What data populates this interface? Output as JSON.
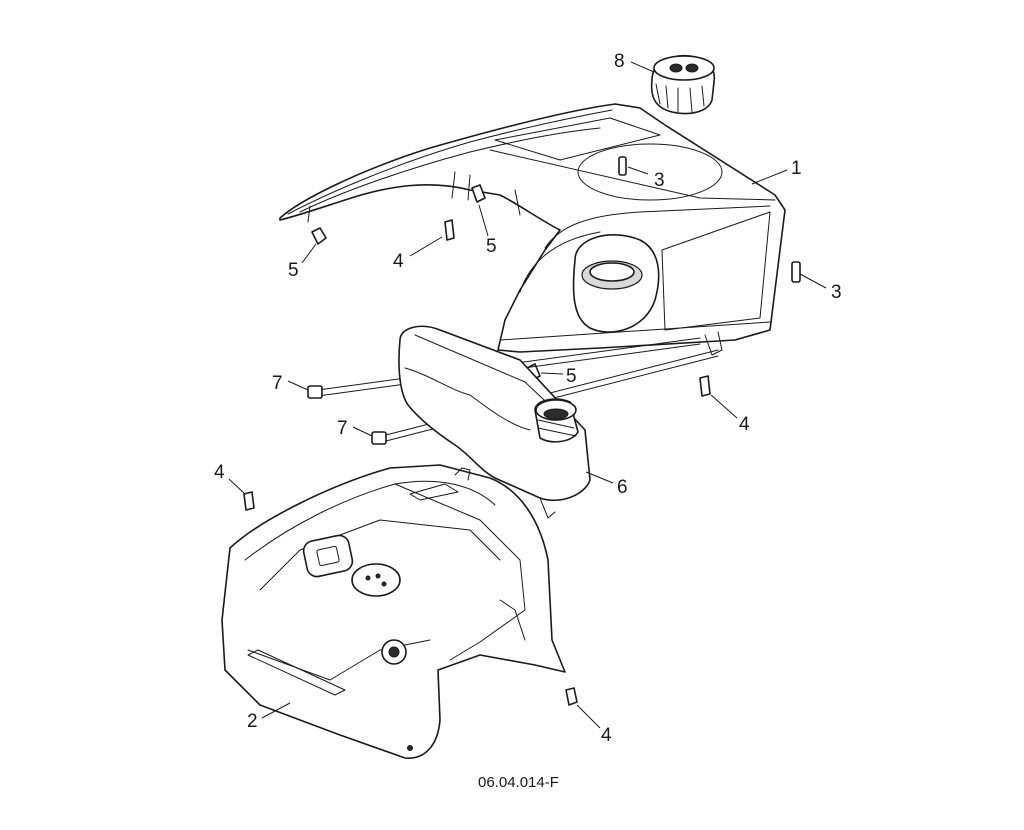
{
  "figure_reference": "06.04.014-F",
  "callouts": [
    {
      "id": "c8",
      "label": "8"
    },
    {
      "id": "c3a",
      "label": "3"
    },
    {
      "id": "c1",
      "label": "1"
    },
    {
      "id": "c5a",
      "label": "5"
    },
    {
      "id": "c4a",
      "label": "4"
    },
    {
      "id": "c5b",
      "label": "5"
    },
    {
      "id": "c3b",
      "label": "3"
    },
    {
      "id": "c7a",
      "label": "7"
    },
    {
      "id": "c5c",
      "label": "5"
    },
    {
      "id": "c4b",
      "label": "4"
    },
    {
      "id": "c7b",
      "label": "7"
    },
    {
      "id": "c4c",
      "label": "4"
    },
    {
      "id": "c6",
      "label": "6"
    },
    {
      "id": "c2",
      "label": "2"
    },
    {
      "id": "c4d",
      "label": "4"
    }
  ]
}
